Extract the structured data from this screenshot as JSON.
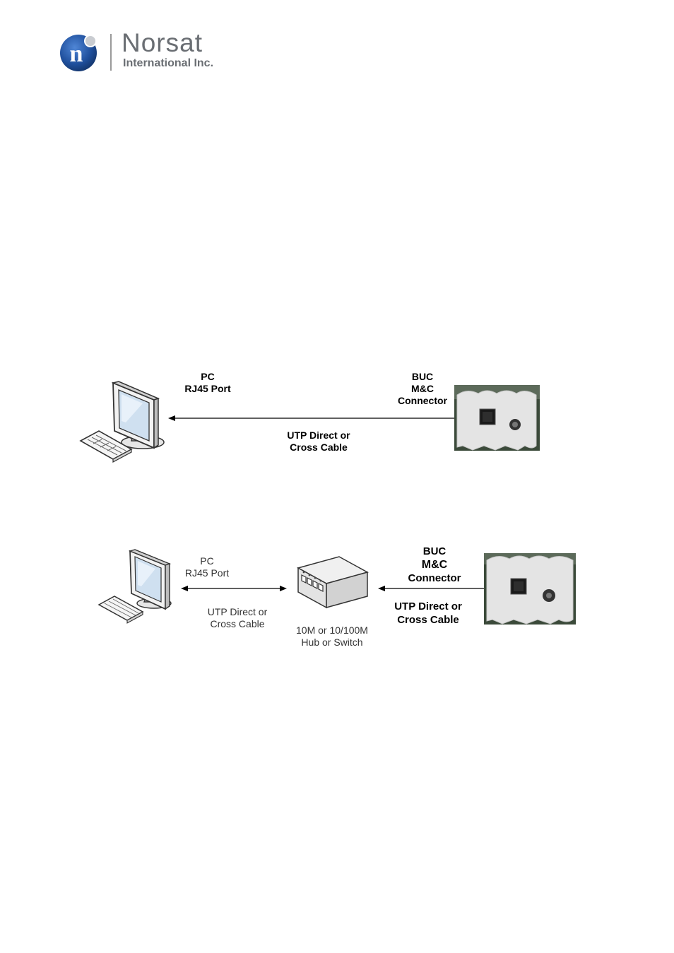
{
  "logo": {
    "name": "Norsat",
    "subtitle": "International Inc.",
    "ball_letter": "n",
    "brand_color": "#1f4f9c"
  },
  "diagram1": {
    "pc_label_line1": "PC",
    "pc_label_line2": "RJ45 Port",
    "buc_label_line1": "BUC",
    "buc_label_line2": "M&C",
    "buc_label_line3": "Connector",
    "cable_label_line1": "UTP Direct or",
    "cable_label_line2": "Cross Cable"
  },
  "diagram2": {
    "pc_label_line1": "PC",
    "pc_label_line2": "RJ45 Port",
    "pc_cable_line1": "UTP Direct or",
    "pc_cable_line2": "Cross Cable",
    "hub_label_line1": "10M or 10/100M",
    "hub_label_line2": "Hub or Switch",
    "buc_label_line1": "BUC",
    "buc_label_line2": "M&C",
    "buc_label_line3": "Connector",
    "buc_cable_line1": "UTP Direct or",
    "buc_cable_line2": "Cross Cable"
  }
}
